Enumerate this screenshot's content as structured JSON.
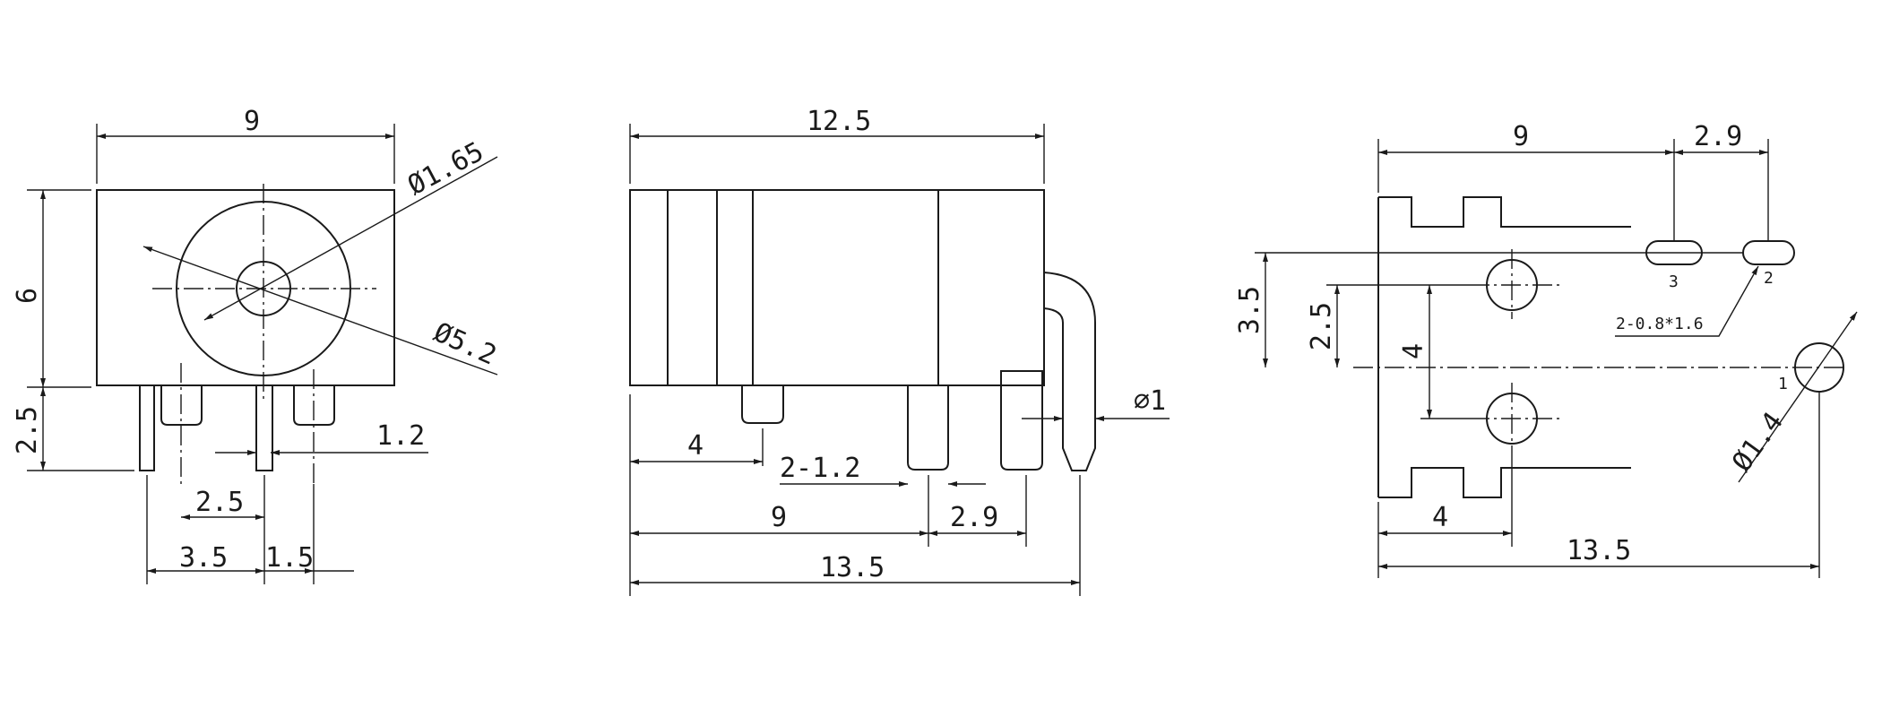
{
  "front_view": {
    "width": "9",
    "height": "6",
    "pin_length": "2.5",
    "hole_diameter": "Ø1.65",
    "body_diameter": "Ø5.2",
    "pin_width": "1.2",
    "pin_pitch": "2.5",
    "left_offset": "3.5",
    "right_offset": "1.5"
  },
  "side_view": {
    "length": "12.5",
    "tab_offset": "4",
    "pin_width": "2-1.2",
    "pin_position": "9",
    "pin_spacing": "2.9",
    "overall_length": "13.5",
    "pin_diameter": "⌀1"
  },
  "footprint": {
    "width": "9",
    "slot_spacing": "2.9",
    "row_offset": "3.5",
    "hole_offset": "2.5",
    "hole_spacing": "4",
    "slot_size": "2-0.8*1.6",
    "round_hole": "Ø1.4",
    "tab_offset": "4",
    "overall_length": "13.5",
    "pad_labels": [
      "3",
      "2",
      "1"
    ]
  }
}
